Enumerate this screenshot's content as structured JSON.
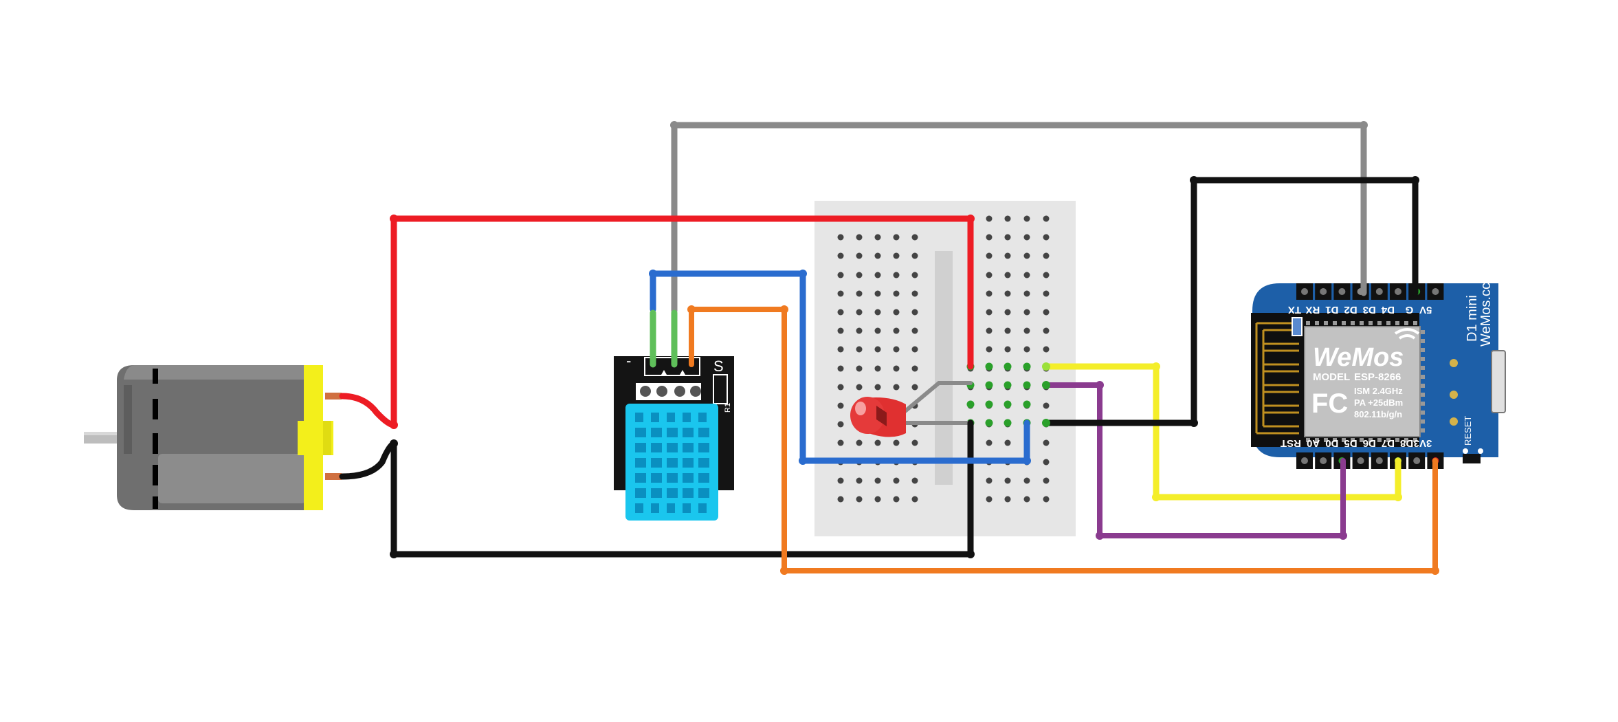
{
  "components": {
    "dht_module": {
      "label_minus": "-",
      "label_s": "S",
      "label_r1": "R1"
    },
    "wemos": {
      "top_pins": [
        "TX",
        "RX",
        "D1",
        "D2",
        "D3",
        "D4",
        "G",
        "5V"
      ],
      "bottom_pins": [
        "RST",
        "A0",
        "D0",
        "D5",
        "D6",
        "D7",
        "D8",
        "3V3"
      ],
      "board_name": "D1 mini",
      "site": "WeMos.cc",
      "logo": "WeMos",
      "model_label": "MODEL",
      "model_value": "ESP-8266",
      "spec_line1": "ISM 2.4GHz",
      "spec_line2": "PA +25dBm",
      "spec_line3": "802.11b/g/n",
      "fc_mark": "FC",
      "reset_label": "RESET"
    }
  },
  "colors": {
    "wire_red": "#ed1c24",
    "wire_black": "#111111",
    "wire_gray": "#8a8a8a",
    "wire_blue": "#2a6ccf",
    "wire_orange": "#f07a20",
    "wire_yellow": "#f4ee2a",
    "wire_purple": "#8a3b8f",
    "wire_green": "#5fbf5a",
    "board_blue": "#1d5fa8",
    "sensor_blue": "#1ac6ee",
    "motor_gray": "#6e6e6e",
    "motor_yellow": "#f3ef1b"
  }
}
